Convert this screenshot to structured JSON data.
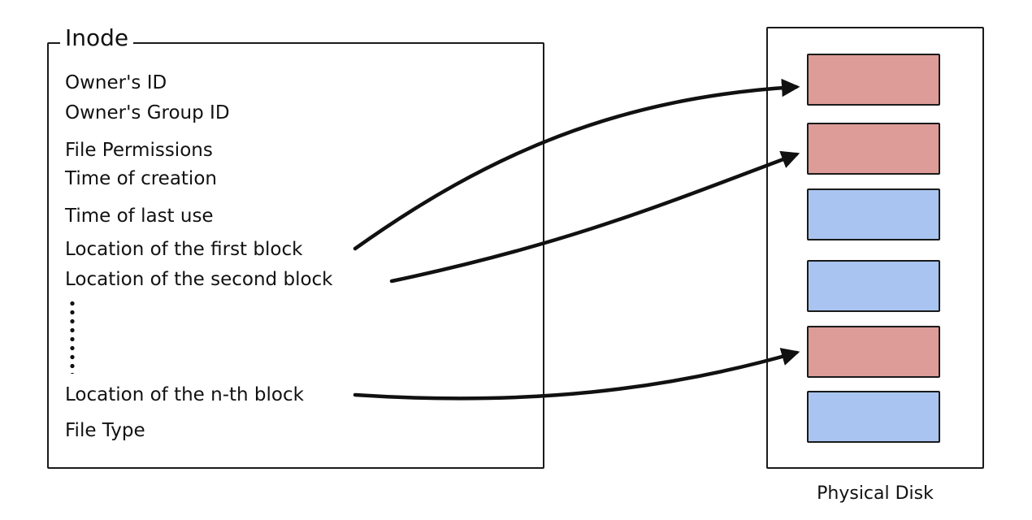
{
  "inode": {
    "title": "Inode",
    "fields": {
      "owner_id": "Owner's ID",
      "owner_group_id": "Owner's Group ID",
      "file_permissions": "File Permissions",
      "time_of_creation": "Time of creation",
      "time_of_last_use": "Time of last use",
      "first_block": "Location of the first block",
      "second_block": "Location of the second block",
      "nth_block": "Location of the n-th block",
      "file_type": "File Type"
    }
  },
  "disk": {
    "label": "Physical Disk",
    "blocks": [
      {
        "state": "used",
        "color": "#dd9c98"
      },
      {
        "state": "used",
        "color": "#dd9c98"
      },
      {
        "state": "free",
        "color": "#a9c4f0"
      },
      {
        "state": "free",
        "color": "#a9c4f0"
      },
      {
        "state": "used",
        "color": "#dd9c98"
      },
      {
        "state": "free",
        "color": "#a9c4f0"
      }
    ]
  },
  "links": [
    {
      "from": "first_block",
      "to_block": 1
    },
    {
      "from": "second_block",
      "to_block": 2
    },
    {
      "from": "nth_block",
      "to_block": 5
    }
  ]
}
